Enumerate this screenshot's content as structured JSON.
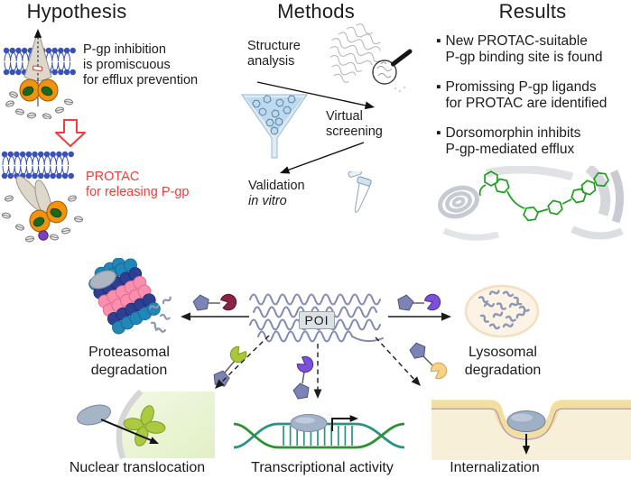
{
  "sections": {
    "hypothesis": {
      "title": "Hypothesis",
      "claim": "P-gp inhibition\nis promiscuous\nfor efflux prevention",
      "protac_note": "PROTAC\nfor releasing P-gp"
    },
    "methods": {
      "title": "Methods",
      "step_structure": "Structure\nanalysis",
      "step_virtual": "Virtual\nscreening",
      "step_validation": "Validation",
      "step_validation_detail": "in vitro"
    },
    "results": {
      "title": "Results",
      "bullet_marker": "▪",
      "bullets": [
        "New PROTAC-suitable\nP-gp binding site is found",
        "Promissing P-gp ligands\nfor PROTAC are identified",
        "Dorsomorphin inhibits\nP-gp-mediated efflux"
      ]
    }
  },
  "pathways": {
    "poi_label": "POI",
    "proteasomal": "Proteasomal\ndegradation",
    "lysosomal": "Lysosomal\ndegradation",
    "nuclear": "Nuclear translocation",
    "transcriptional": "Transcriptional activity",
    "internalization": "Internalization"
  },
  "colors": {
    "accent_red": "#f23d3d",
    "membrane_blue": "#3a52b8",
    "nbd_orange": "#f2930f",
    "ligand_green": "#1f9e1f",
    "proteasome_blue": "#2187b8",
    "proteasome_pink": "#fa8fae",
    "ribbon_purple": "#8289b8",
    "pore_green": "#abca40",
    "dna_teal": "#2a9484",
    "dna_green": "#2f8f35",
    "lysosome_cream": "#fdf3e4",
    "membrane_yellow": "#f2dfa0"
  }
}
